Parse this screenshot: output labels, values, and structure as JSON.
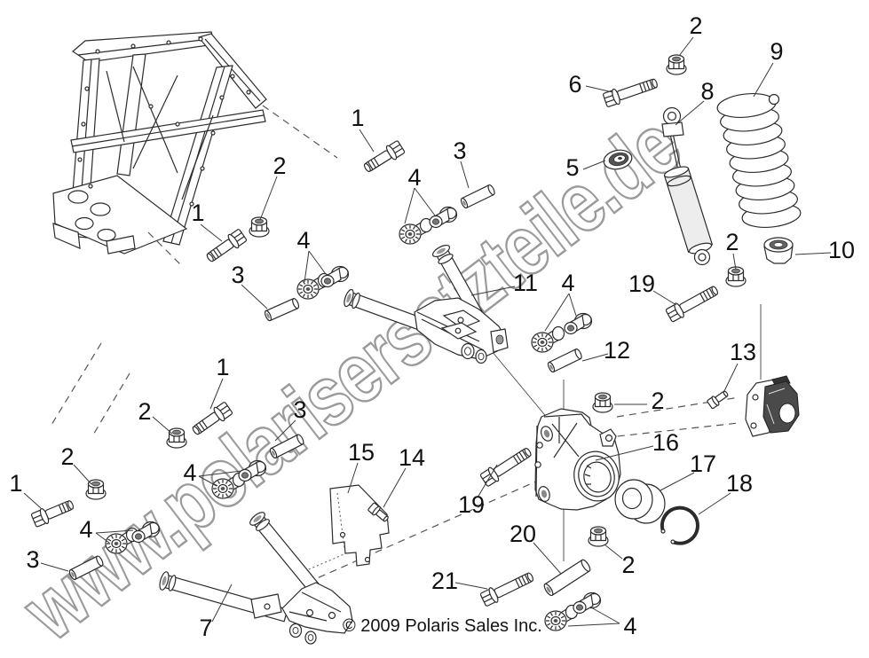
{
  "diagram": {
    "watermark": "www.polarisersatzteile.de",
    "copyright": "© 2009 Polaris Sales Inc.",
    "callouts": [
      {
        "label": "1"
      },
      {
        "label": "2"
      },
      {
        "label": "3"
      },
      {
        "label": "4"
      },
      {
        "label": "5"
      },
      {
        "label": "6"
      },
      {
        "label": "2"
      },
      {
        "label": "8"
      },
      {
        "label": "9"
      },
      {
        "label": "1"
      },
      {
        "label": "3"
      },
      {
        "label": "4"
      },
      {
        "label": "11"
      },
      {
        "label": "2"
      },
      {
        "label": "10"
      },
      {
        "label": "19"
      },
      {
        "label": "4"
      },
      {
        "label": "12"
      },
      {
        "label": "13"
      },
      {
        "label": "2"
      },
      {
        "label": "16"
      },
      {
        "label": "17"
      },
      {
        "label": "18"
      },
      {
        "label": "1"
      },
      {
        "label": "2"
      },
      {
        "label": "3"
      },
      {
        "label": "4"
      },
      {
        "label": "2"
      },
      {
        "label": "1"
      },
      {
        "label": "4"
      },
      {
        "label": "3"
      },
      {
        "label": "15"
      },
      {
        "label": "14"
      },
      {
        "label": "19"
      },
      {
        "label": "20"
      },
      {
        "label": "21"
      },
      {
        "label": "7"
      },
      {
        "label": "2"
      },
      {
        "label": "4"
      }
    ]
  }
}
